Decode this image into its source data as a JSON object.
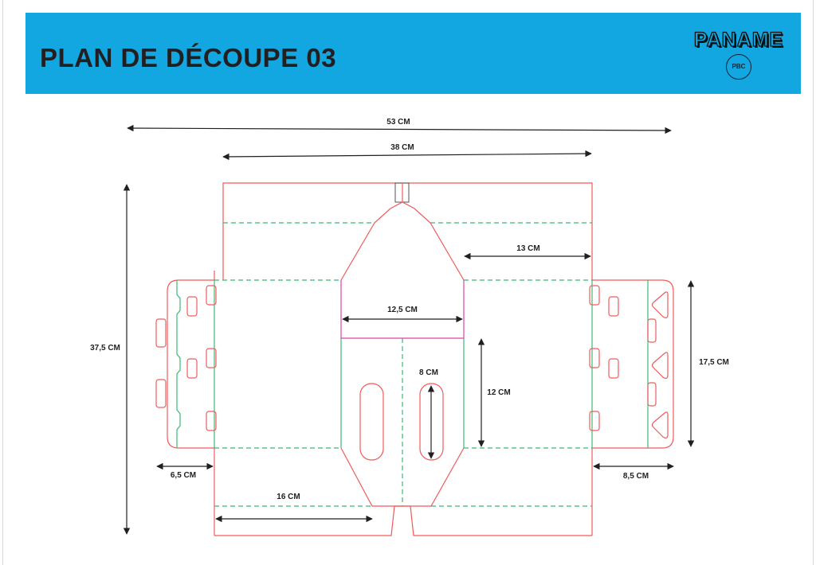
{
  "header": {
    "title": "PLAN DE DÉCOUPE 03",
    "logo_text": "PANAME",
    "seal_text": "PBC",
    "background_color": "#12a7e0"
  },
  "colors": {
    "cut": "#f05a5a",
    "fold": "#3cb878",
    "accent": "#e040a8"
  },
  "dimensions": {
    "total_width": "53 CM",
    "top_width": "38 CM",
    "height": "37,5 CM",
    "top_flap": "13 CM",
    "center_width": "12,5 CM",
    "slot_height": "8 CM",
    "side_height": "12 CM",
    "right_flap_height": "17,5 CM",
    "left_flap_width": "6,5 CM",
    "right_flap_width": "8,5 CM",
    "bottom_width": "16 CM"
  }
}
